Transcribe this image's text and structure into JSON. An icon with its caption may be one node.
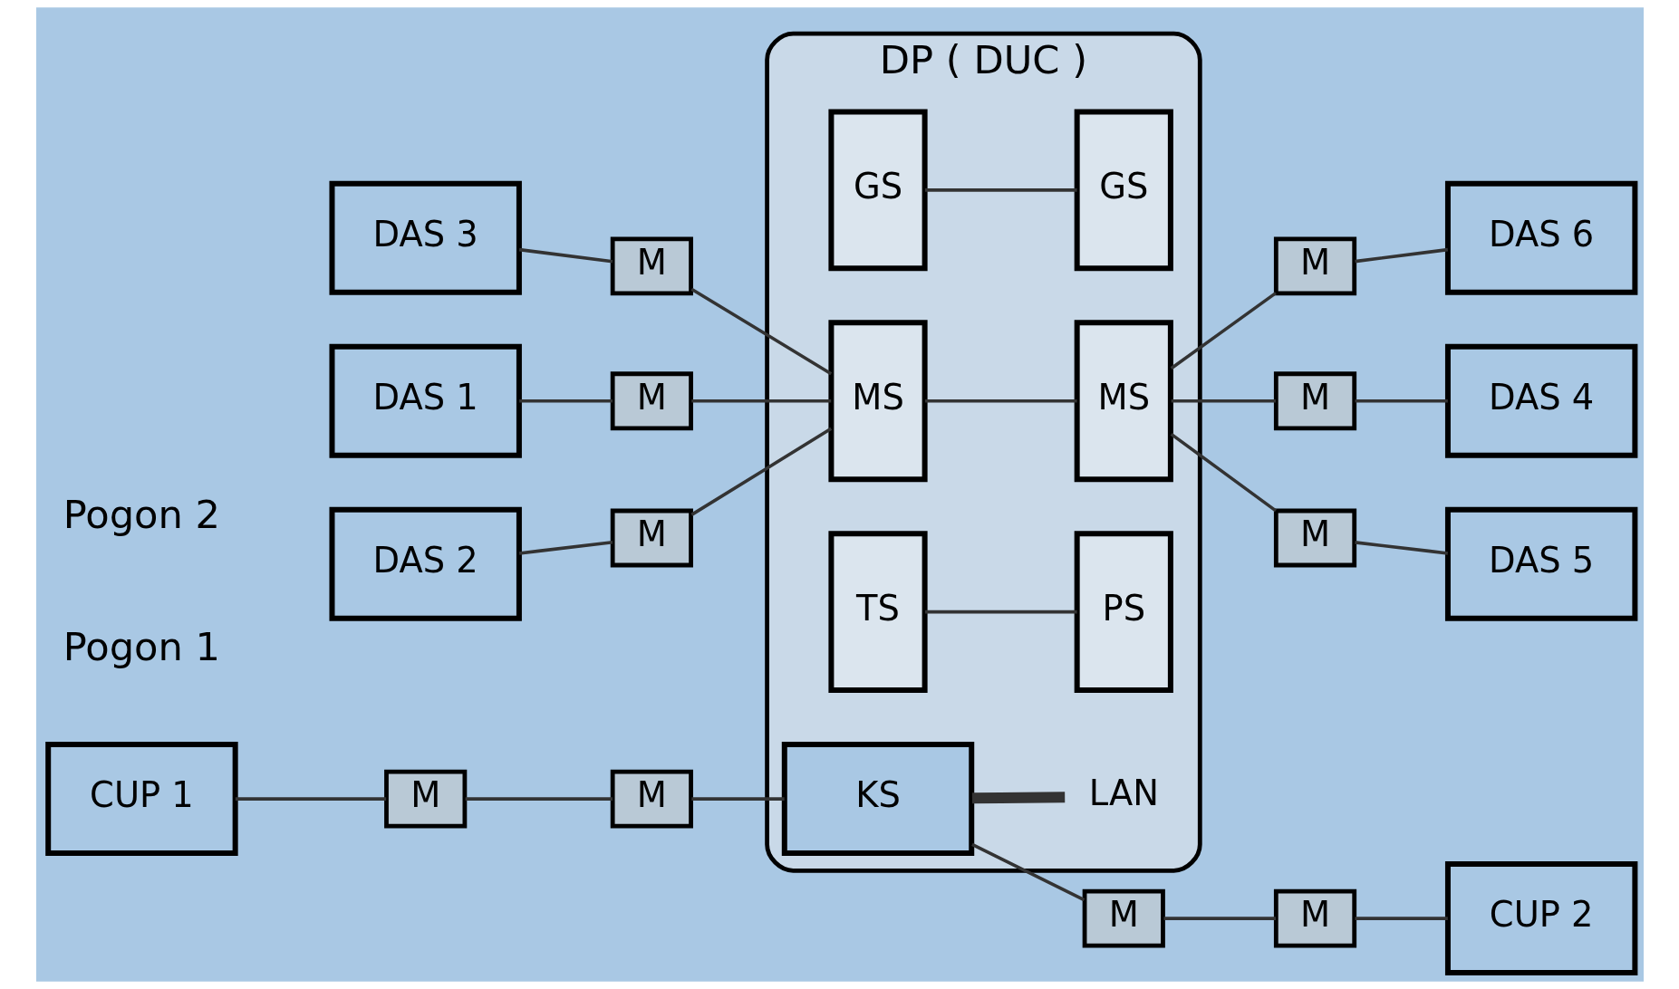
{
  "diagram": {
    "nodes": [
      {
        "text": [
          "DP ( DUC )"
        ]
      },
      {
        "text": [
          "CUP 1"
        ]
      },
      {
        "text": [
          "M"
        ]
      },
      {
        "text": [
          "M"
        ]
      },
      {
        "text": [
          "KS"
        ],
        "in": 0
      },
      {
        "text": [
          "M"
        ]
      },
      {
        "text": [
          "M"
        ]
      },
      {
        "text": [
          "CUP 2"
        ]
      },
      {
        "text": [
          "GS"
        ],
        "in": 0
      },
      {
        "text": [
          "GS"
        ],
        "in": 0
      },
      {
        "text": [
          "DAS 1"
        ]
      },
      {
        "text": [
          "M"
        ]
      },
      {
        "text": [
          "M"
        ]
      },
      {
        "text": [
          "DAS 4"
        ]
      },
      {
        "text": [
          "DAS 2"
        ]
      },
      {
        "text": [
          "M"
        ]
      },
      {
        "text": [
          "MS"
        ],
        "in": 0
      },
      {
        "text": [
          "MS"
        ],
        "in": 0
      },
      {
        "text": [
          "M"
        ]
      },
      {
        "text": [
          "DAS 5"
        ]
      },
      {
        "text": [
          "DAS 3"
        ]
      },
      {
        "text": [
          "M"
        ]
      },
      {
        "text": [
          "M"
        ]
      },
      {
        "text": [
          "DAS 6"
        ]
      },
      {
        "text": [
          "TS"
        ],
        "in": 0
      },
      {
        "text": [
          "PS"
        ],
        "in": 0
      },
      {
        "text": [
          "LAN"
        ],
        "in": 0
      }
    ],
    "edges": [
      {
        "from": 1,
        "to": 2,
        "arrow": "none"
      },
      {
        "from": 2,
        "to": 3,
        "arrow": "none"
      },
      {
        "from": 3,
        "to": 4,
        "arrow": "none"
      },
      {
        "from": 4,
        "to": 5,
        "arrow": "none"
      },
      {
        "from": 5,
        "to": 6,
        "arrow": "none"
      },
      {
        "from": 6,
        "to": 7,
        "arrow": "none"
      },
      {
        "from": 8,
        "to": 9,
        "arrow": "none"
      },
      {
        "from": 10,
        "to": 11,
        "arrow": "none"
      },
      {
        "from": 11,
        "to": 16,
        "arrow": "none"
      },
      {
        "from": 14,
        "to": 15,
        "arrow": "none"
      },
      {
        "from": 15,
        "to": 16,
        "arrow": "none"
      },
      {
        "from": 20,
        "to": 21,
        "arrow": "none"
      },
      {
        "from": 21,
        "to": 16,
        "arrow": "none"
      },
      {
        "from": 16,
        "to": 17,
        "arrow": "none"
      },
      {
        "from": 17,
        "to": 12,
        "arrow": "none"
      },
      {
        "from": 12,
        "to": 13,
        "arrow": "none"
      },
      {
        "from": 17,
        "to": 18,
        "arrow": "none"
      },
      {
        "from": 18,
        "to": 19,
        "arrow": "none"
      },
      {
        "from": 17,
        "to": 22,
        "arrow": "none"
      },
      {
        "from": 22,
        "to": 23,
        "arrow": "none"
      },
      {
        "from": 24,
        "to": 25,
        "arrow": "none"
      },
      {
        "from": 4,
        "to": 26,
        "arrow": "none",
        "style": "thick"
      }
    ],
    "labels": [
      "Pogon 1",
      "Pogon 2"
    ]
  }
}
